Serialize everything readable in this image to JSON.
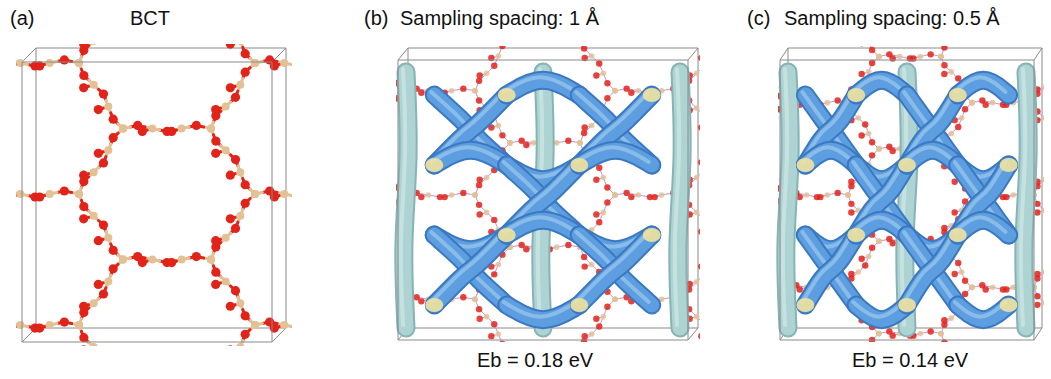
{
  "diagram": {
    "labels": [
      "(a)",
      "BCT",
      "(b)",
      "Sampling spacing: 1 Å",
      "(c)",
      "Sampling spacing: 0.5 Å",
      "Eb = 0.18 eV",
      "Eb = 0.14 eV"
    ]
  }
}
